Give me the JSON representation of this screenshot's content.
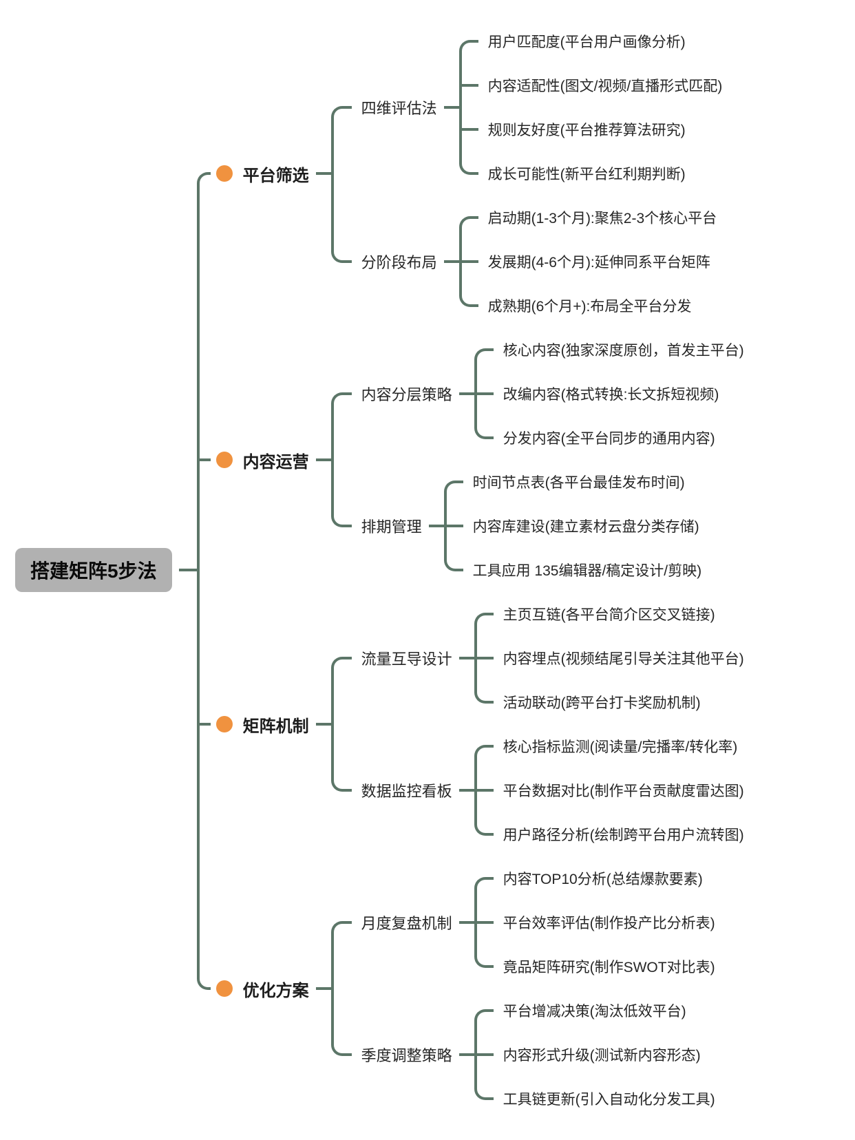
{
  "style": {
    "line_color": "#5c7668",
    "dot_color": "#f0923f",
    "root_bg": "#b1b1b1",
    "background": "#ffffff"
  },
  "tree": {
    "label": "搭建矩阵5步法",
    "children": [
      {
        "label": "平台筛选",
        "children": [
          {
            "label": "四维评估法",
            "children": [
              {
                "label": "用户匹配度(平台用户画像分析)"
              },
              {
                "label": "内容适配性(图文/视频/直播形式匹配)"
              },
              {
                "label": "规则友好度(平台推荐算法研究)"
              },
              {
                "label": "成长可能性(新平台红利期判断)"
              }
            ]
          },
          {
            "label": "分阶段布局",
            "children": [
              {
                "label": "启动期(1-3个月):聚焦2-3个核心平台"
              },
              {
                "label": "发展期(4-6个月):延伸同系平台矩阵"
              },
              {
                "label": "成熟期(6个月+):布局全平台分发"
              }
            ]
          }
        ]
      },
      {
        "label": "内容运营",
        "children": [
          {
            "label": "内容分层策略",
            "children": [
              {
                "label": "核心内容(独家深度原创，首发主平台)"
              },
              {
                "label": "改编内容(格式转换:长文拆短视频)"
              },
              {
                "label": "分发内容(全平台同步的通用内容)"
              }
            ]
          },
          {
            "label": "排期管理",
            "children": [
              {
                "label": "时间节点表(各平台最佳发布时间)"
              },
              {
                "label": "内容库建设(建立素材云盘分类存储)"
              },
              {
                "label": "工具应用 135编辑器/稿定设计/剪映)"
              }
            ]
          }
        ]
      },
      {
        "label": "矩阵机制",
        "children": [
          {
            "label": "流量互导设计",
            "children": [
              {
                "label": "主页互链(各平台简介区交叉链接)"
              },
              {
                "label": "内容埋点(视频结尾引导关注其他平台)"
              },
              {
                "label": "活动联动(跨平台打卡奖励机制)"
              }
            ]
          },
          {
            "label": "数据监控看板",
            "children": [
              {
                "label": "核心指标监测(阅读量/完播率/转化率)"
              },
              {
                "label": "平台数据对比(制作平台贡献度雷达图)"
              },
              {
                "label": "用户路径分析(绘制跨平台用户流转图)"
              }
            ]
          }
        ]
      },
      {
        "label": "优化方案",
        "children": [
          {
            "label": "月度复盘机制",
            "children": [
              {
                "label": "内容TOP10分析(总结爆款要素)"
              },
              {
                "label": "平台效率评估(制作投产比分析表)"
              },
              {
                "label": "竟品矩阵研究(制作SWOT对比表)"
              }
            ]
          },
          {
            "label": "季度调整策略",
            "children": [
              {
                "label": "平台增减决策(淘汰低效平台)"
              },
              {
                "label": "内容形式升级(测试新内容形态)"
              },
              {
                "label": "工具链更新(引入自动化分发工具)"
              }
            ]
          }
        ]
      }
    ]
  }
}
